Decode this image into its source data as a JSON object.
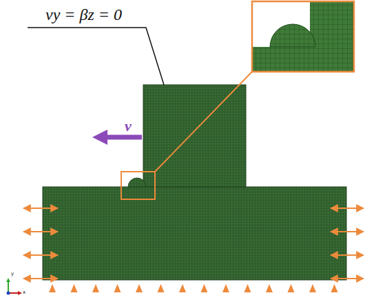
{
  "diagram": {
    "labels": [
      "vy = βz = 0",
      "v",
      "y",
      "x"
    ]
  }
}
